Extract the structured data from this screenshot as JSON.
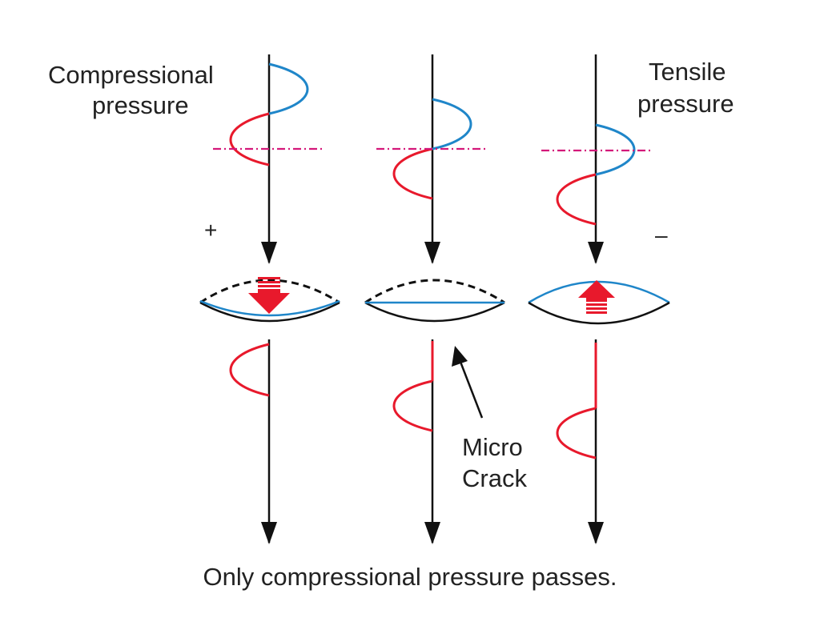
{
  "labels": {
    "compressional_line1": "Compressional",
    "compressional_line2": "pressure",
    "tensile_line1": "Tensile",
    "tensile_line2": "pressure",
    "plus_sign": "+",
    "minus_sign": "–",
    "crack_line1": "Micro",
    "crack_line2": "Crack",
    "caption": "Only compressional pressure passes."
  },
  "colors": {
    "compression": "#e8192c",
    "tension": "#1f86c9",
    "axis": "#111111",
    "reference_line": "#d4187a",
    "background": "#ffffff"
  }
}
